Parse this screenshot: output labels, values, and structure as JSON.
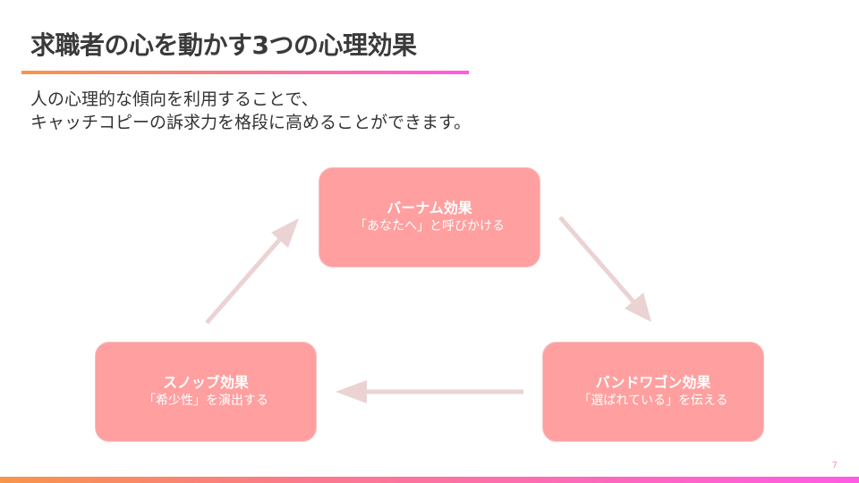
{
  "slide": {
    "title": "求職者の心を動かす3つの心理効果",
    "description": [
      "人の心理的な傾向を利用することで、",
      "キャッチコピーの訴求力を格段に高めることができます。"
    ],
    "page_number": "7"
  },
  "diagram": {
    "nodes": [
      {
        "id": "barnum",
        "name": "バーナム効果",
        "subtitle": "「あなたへ」と呼びかける"
      },
      {
        "id": "bandwagon",
        "name": "バンドワゴン効果",
        "subtitle": "「選ばれている」を伝える"
      },
      {
        "id": "snob",
        "name": "スノッブ効果",
        "subtitle": "「希少性」を演出する"
      }
    ],
    "edges": [
      {
        "from": "barnum",
        "to": "bandwagon"
      },
      {
        "from": "bandwagon",
        "to": "snob"
      },
      {
        "from": "snob",
        "to": "barnum"
      }
    ],
    "colors": {
      "box_fill": "#ff9f9f",
      "arrow": "#ebd3d3",
      "accent_start": "#f7954a",
      "accent_end": "#ff5ae4"
    }
  }
}
